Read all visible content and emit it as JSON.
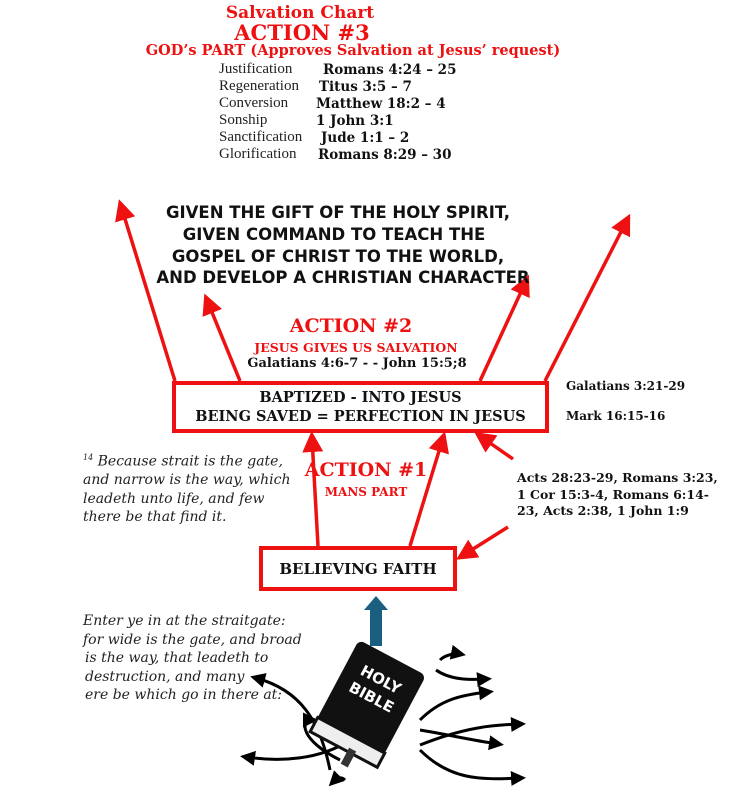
{
  "title": "Salvation Chart",
  "action3": {
    "heading": "ACTION #3",
    "subheading": "GOD’s PART (Approves Salvation at Jesus’ request)",
    "items": [
      {
        "label": "Justification",
        "ref": "Romans 4:24 – 25"
      },
      {
        "label": "Regeneration",
        "ref": "Titus 3:5 – 7"
      },
      {
        "label": "Conversion",
        "ref": "Matthew 18:2 – 4"
      },
      {
        "label": "Sonship",
        "ref": "1 John 3:1"
      },
      {
        "label": "Sanctification",
        "ref": "Jude 1:1 – 2"
      },
      {
        "label": "Glorification",
        "ref": "Romans 8:29 – 30"
      }
    ]
  },
  "gift_text": [
    "GIVEN THE GIFT OF THE HOLY SPIRIT,",
    "GIVEN COMMAND TO TEACH THE",
    "GOSPEL OF CHRIST TO THE WORLD,",
    "AND DEVELOP A CHRISTIAN CHARACTER"
  ],
  "action2": {
    "heading": "ACTION #2",
    "subheading": "JESUS GIVES US SALVATION",
    "refs": "Galatians 4:6-7 - - John 15:5;8"
  },
  "baptized_box": {
    "line1": "BAPTIZED - INTO JESUS",
    "line2": "BEING SAVED = PERFECTION IN JESUS"
  },
  "side_refs": [
    "Galatians 3:21-29",
    "Mark 16:15-16"
  ],
  "narrow_verse": {
    "verse_num": "14",
    "lines": [
      "Because strait is the gate,",
      "and narrow is the way, which",
      "leadeth unto life, and few",
      "there be that find it."
    ]
  },
  "action1": {
    "heading": "ACTION #1",
    "subheading": "MANS PART"
  },
  "acts_refs": [
    "Acts 28:23-29, Romans 3:23,",
    "1 Cor 15:3-4, Romans 6:14-",
    "23, Acts 2:38, 1 John 1:9"
  ],
  "faith_box": "BELIEVING FAITH",
  "wide_verse": [
    "Enter ye in at the straitgate:",
    "for wide is the gate, and broad",
    "is the way, that leadeth to",
    "destruction, and many",
    "ere be which go in there at:"
  ],
  "bible_cover": [
    "HOLY",
    "BIBLE"
  ],
  "colors": {
    "red": "#ee1111",
    "blue_arrow": "#1a5f80"
  }
}
